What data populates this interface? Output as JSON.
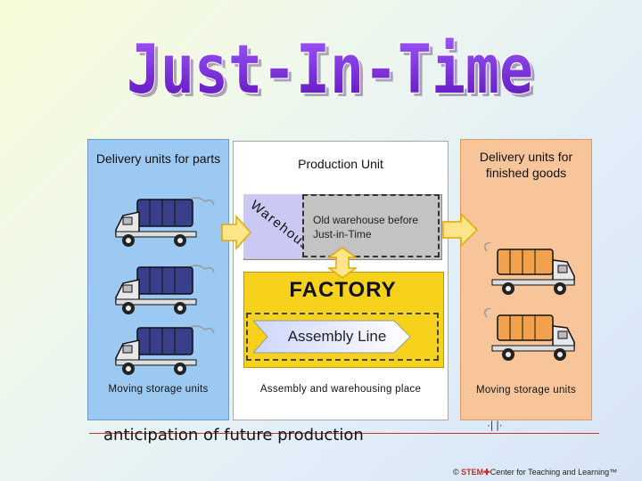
{
  "title": "Just-In-Time",
  "diagram": {
    "left_column": {
      "header": "Delivery units for parts",
      "footer": "Moving storage units",
      "truck_count": 3,
      "color": "#9cc9f1"
    },
    "middle_column": {
      "header": "Production Unit",
      "warehouse_word": "Warehouse",
      "old_warehouse_note": "Old warehouse before Just-in-Time",
      "factory_label": "FACTORY",
      "assembly_line_label": "Assembly Line",
      "footer": "Assembly and warehousing place"
    },
    "right_column": {
      "header": "Delivery units for finished goods",
      "footer": "Moving storage units",
      "truck_count": 2,
      "color": "#f8c59a"
    }
  },
  "bottom_text": "anticipation of future production",
  "stray_text": "·| |·",
  "footer": {
    "copyright": "©",
    "stem": "STEM",
    "plus": "✚",
    "rest": "Center for Teaching and Learning™"
  },
  "colors": {
    "title_fill": "#6a1fc8",
    "factory": "#f7d21c",
    "arrow_fill": "#fde58a",
    "arrow_stroke": "#e2a800"
  }
}
